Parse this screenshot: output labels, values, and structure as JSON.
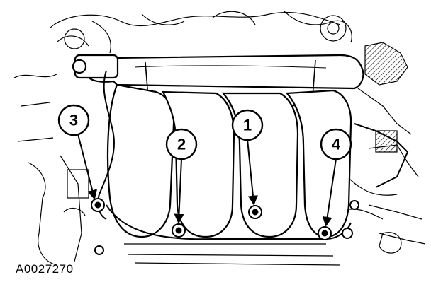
{
  "figure": {
    "id_label": "A0027270",
    "callouts": [
      {
        "label": "1"
      },
      {
        "label": "2"
      },
      {
        "label": "3"
      },
      {
        "label": "4"
      }
    ],
    "colors": {
      "ink": "#000000",
      "paper": "#ffffff",
      "shade": "#dcdcdc"
    }
  }
}
